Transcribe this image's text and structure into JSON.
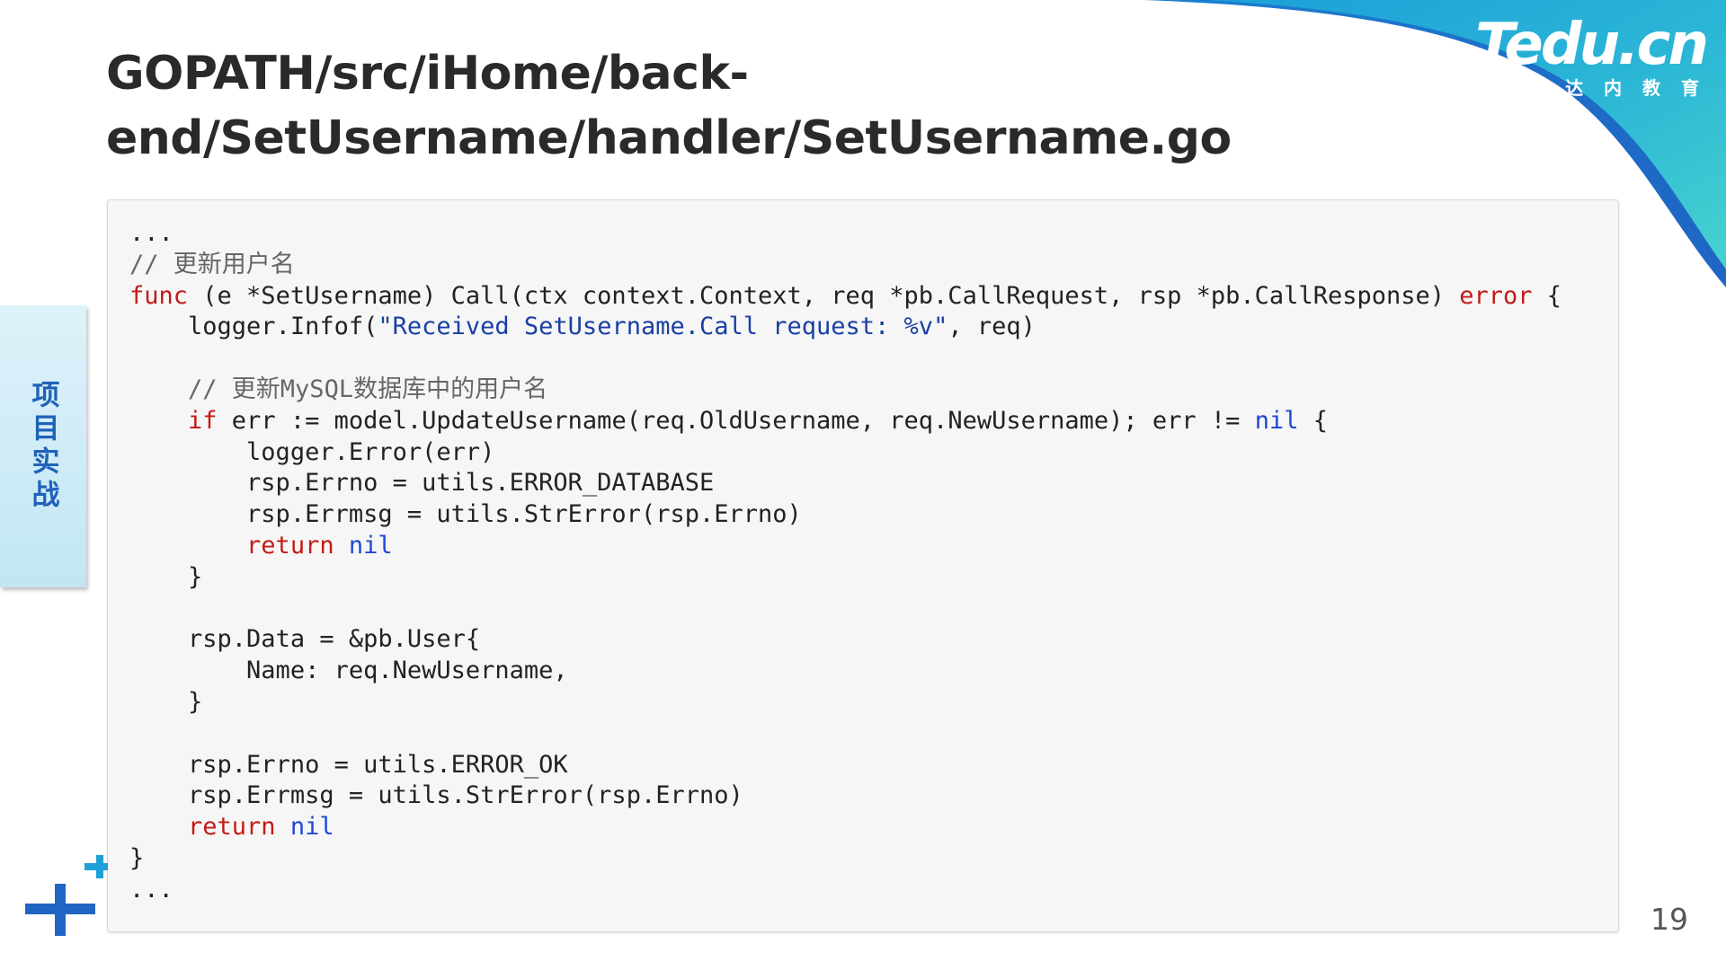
{
  "slide": {
    "title": "GOPATH/src/iHome/back-end/SetUsername/handler/SetUsername.go",
    "page_number": "19"
  },
  "logo": {
    "text": "Tedu.cn",
    "subtitle": "达 内 教 育"
  },
  "side_tab": {
    "label": "项目实战"
  },
  "colors": {
    "keyword_red": "#c41a16",
    "keyword_blue": "#1f48d1",
    "comment": "#666666",
    "string": "#1a3fa3",
    "accent_teal": "#33c2d1",
    "accent_blue": "#1f62b8"
  },
  "code": {
    "lines": [
      {
        "indent": 0,
        "tokens": [
          {
            "t": "..."
          }
        ]
      },
      {
        "indent": 0,
        "tokens": [
          {
            "t": "// 更新用户名",
            "c": "cmt"
          }
        ]
      },
      {
        "indent": 0,
        "tokens": [
          {
            "t": "func",
            "c": "kw-red"
          },
          {
            "t": " (e *SetUsername) Call(ctx context.Context, req *pb.CallRequest, rsp *pb.CallResponse) "
          },
          {
            "t": "error",
            "c": "kw-red"
          },
          {
            "t": " {"
          }
        ]
      },
      {
        "indent": 4,
        "tokens": [
          {
            "t": "logger.Infof("
          },
          {
            "t": "\"Received SetUsername.Call request: %v\"",
            "c": "str"
          },
          {
            "t": ", req)"
          }
        ]
      },
      {
        "indent": 0,
        "tokens": []
      },
      {
        "indent": 4,
        "tokens": [
          {
            "t": "// 更新MySQL数据库中的用户名",
            "c": "cmt"
          }
        ]
      },
      {
        "indent": 4,
        "tokens": [
          {
            "t": "if",
            "c": "kw-red"
          },
          {
            "t": " err := model.UpdateUsername(req.OldUsername, req.NewUsername); err != "
          },
          {
            "t": "nil",
            "c": "kw-blue"
          },
          {
            "t": " {"
          }
        ]
      },
      {
        "indent": 8,
        "tokens": [
          {
            "t": "logger.Error(err)"
          }
        ]
      },
      {
        "indent": 8,
        "tokens": [
          {
            "t": "rsp.Errno = utils.ERROR_DATABASE"
          }
        ]
      },
      {
        "indent": 8,
        "tokens": [
          {
            "t": "rsp.Errmsg = utils.StrError(rsp.Errno)"
          }
        ]
      },
      {
        "indent": 8,
        "tokens": [
          {
            "t": "return",
            "c": "kw-red"
          },
          {
            "t": " "
          },
          {
            "t": "nil",
            "c": "kw-blue"
          }
        ]
      },
      {
        "indent": 4,
        "tokens": [
          {
            "t": "}"
          }
        ]
      },
      {
        "indent": 0,
        "tokens": []
      },
      {
        "indent": 4,
        "tokens": [
          {
            "t": "rsp.Data = &pb.User{"
          }
        ]
      },
      {
        "indent": 8,
        "tokens": [
          {
            "t": "Name: req.NewUsername,"
          }
        ]
      },
      {
        "indent": 4,
        "tokens": [
          {
            "t": "}"
          }
        ]
      },
      {
        "indent": 0,
        "tokens": []
      },
      {
        "indent": 4,
        "tokens": [
          {
            "t": "rsp.Errno = utils.ERROR_OK"
          }
        ]
      },
      {
        "indent": 4,
        "tokens": [
          {
            "t": "rsp.Errmsg = utils.StrError(rsp.Errno)"
          }
        ]
      },
      {
        "indent": 4,
        "tokens": [
          {
            "t": "return",
            "c": "kw-red"
          },
          {
            "t": " "
          },
          {
            "t": "nil",
            "c": "kw-blue"
          }
        ]
      },
      {
        "indent": 0,
        "tokens": [
          {
            "t": "}"
          }
        ]
      },
      {
        "indent": 0,
        "tokens": [
          {
            "t": "..."
          }
        ]
      }
    ]
  }
}
